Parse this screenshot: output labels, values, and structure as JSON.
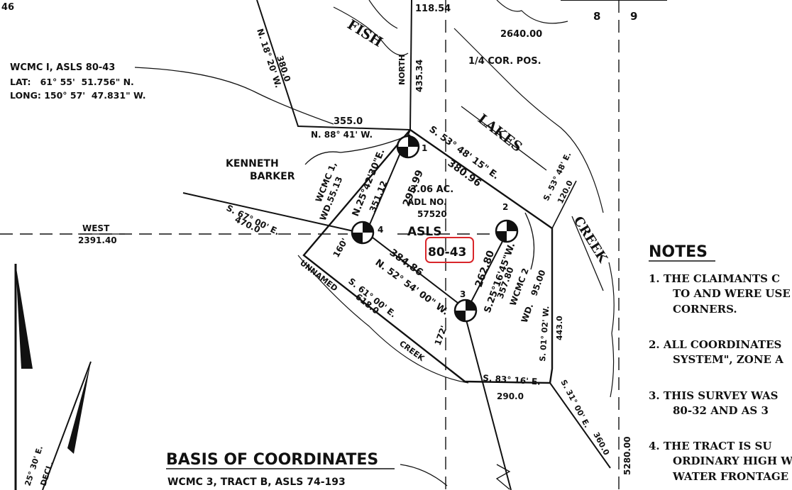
{
  "sheet": {
    "edge_number": "46",
    "grid_left": "8",
    "grid_right": "9",
    "top_bearing": "118.54",
    "distance_top": "2640.00",
    "quarter_corner": "1/4 COR. POS."
  },
  "waters": {
    "fish": "FISH",
    "lakes": "LAKES",
    "creek": "CREEK",
    "unnamed": "UNNAMED",
    "creek_lower": "CREEK"
  },
  "wcmc1_ref": {
    "title": "WCMC I, ASLS 80-43",
    "lat": "LAT:   61° 55'  51.756\" N.",
    "long": "LONG: 150° 57'  47.831\" W."
  },
  "claimant": {
    "line1": "KENNETH",
    "line2": "BARKER"
  },
  "tract": {
    "acres": "3.06 AC.",
    "adl_label": "ADL NO.",
    "adl_number": "57520",
    "asls_label": "ASLS",
    "asls_number": "80-43"
  },
  "corners": {
    "c1": "1",
    "c2": "2",
    "c3": "3",
    "c4": "4"
  },
  "calls": {
    "north_wline": "N. 18° 20' W.",
    "north_wdist": "380.0",
    "north_line": "NORTH",
    "north_dist": "435.34",
    "top_dist": "355.0",
    "top_bearing": "N. 88° 41' W.",
    "ne_bearing": "S. 53° 48' 15\" E.",
    "ne_dist": "380.96",
    "ne_small_bearing": "S. 53° 48' E.",
    "ne_small_dist": "120.0",
    "wcmc1_wd": "WCMC 1,",
    "wcmc1_wd_dist": "WD.55.13",
    "west_bearing": "N.25°42'30\"E.",
    "west_dist": "351.12",
    "west_dist2": "295.99",
    "west_label": "WEST",
    "west_dist3": "2391.40",
    "sw_bearing": "S. 67° 00' E.",
    "sw_dist": "470.0",
    "dist_160": "160'",
    "s_bearing": "N. 52° 54' 00\" W.",
    "s_dist": "384.86",
    "east_bearing": "S.25°16'45\"W.",
    "east_dist": "357.80",
    "east_dist2": "262.80",
    "wcmc2": "WCMC 2",
    "wcmc2_wd": "WD.   95.00",
    "se_bearing": "S. 01° 02' W.",
    "se_dist": "443.0",
    "creek_bearing": "S. 61° 00' E.",
    "creek_dist": "618.0",
    "dist_172": "172'",
    "bottom_bearing": "S. 83° 16' E.",
    "bottom_dist": "290.0",
    "far_bearing": "S. 31° 00' E.",
    "far_dist": "360.0",
    "right_dist": "5280.00",
    "decl_bearing": "25° 30' E.",
    "decl_label": "DECL."
  },
  "basis": {
    "title": "BASIS  OF  COORDINATES",
    "line1": "WCMC 3, TRACT B, ASLS 74-193"
  },
  "notes": {
    "title": "NOTES",
    "n1_line1": "1. THE CLAIMANTS C",
    "n1_line2": "TO AND WERE USE",
    "n1_line3": "CORNERS.",
    "n2_line1": "2. ALL COORDINATES",
    "n2_line2": "SYSTEM\", ZONE A",
    "n3_line1": "3. THIS SURVEY WAS",
    "n3_line2": "80-32 AND AS 3",
    "n4_line1": "4. THE TRACT IS SU",
    "n4_line2": "ORDINARY HIGH W",
    "n4_line3": "WATER FRONTAGE"
  },
  "colors": {
    "ink": "#111111",
    "highlight": "#d9262a",
    "paper": "#ffffff"
  }
}
